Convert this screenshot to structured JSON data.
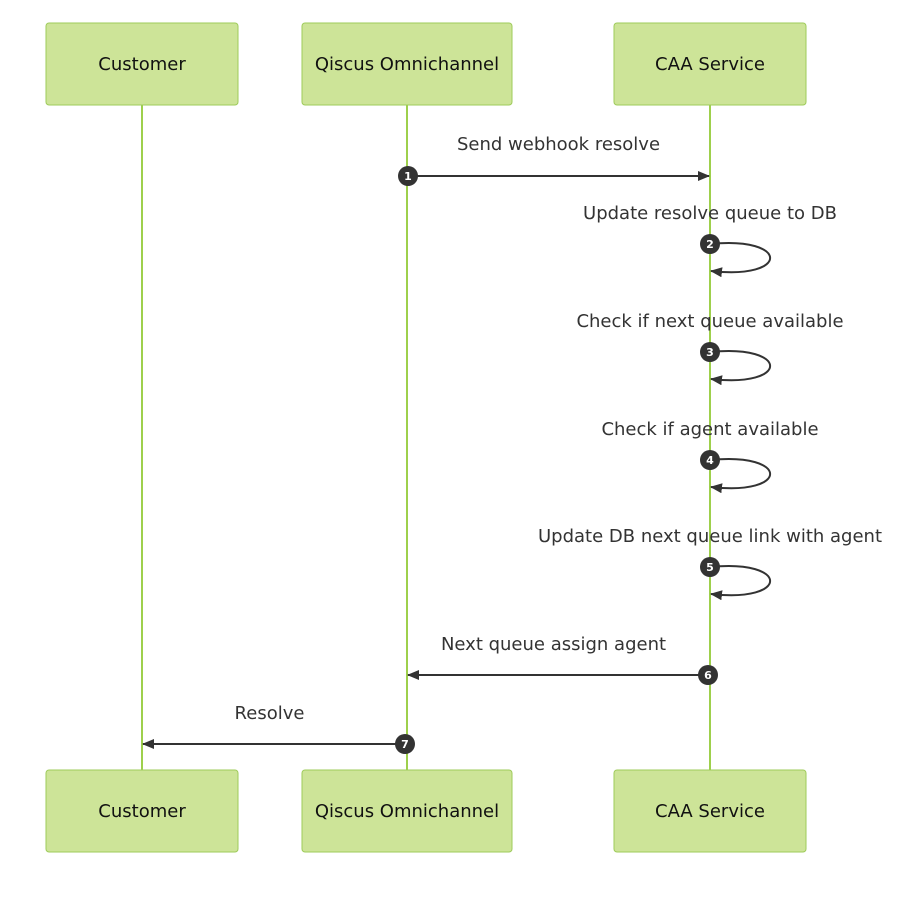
{
  "colors": {
    "actor_fill": "#cde498",
    "actor_stroke": "#9ecb5a",
    "lifeline": "#9ed04c",
    "arrow": "#333333",
    "badge": "#333333",
    "background": "#ffffff"
  },
  "participants": [
    {
      "id": "customer",
      "label": "Customer"
    },
    {
      "id": "omnichannel",
      "label": "Qiscus Omnichannel"
    },
    {
      "id": "caa",
      "label": "CAA Service"
    }
  ],
  "messages": [
    {
      "number": "1",
      "label": "Send webhook resolve",
      "from": "omnichannel",
      "to": "caa"
    },
    {
      "number": "2",
      "label": "Update resolve queue to DB",
      "from": "caa",
      "to": "caa"
    },
    {
      "number": "3",
      "label": "Check if next queue available",
      "from": "caa",
      "to": "caa"
    },
    {
      "number": "4",
      "label": "Check if agent available",
      "from": "caa",
      "to": "caa"
    },
    {
      "number": "5",
      "label": "Update DB next queue link with agent",
      "from": "caa",
      "to": "caa"
    },
    {
      "number": "6",
      "label": "Next queue assign agent",
      "from": "caa",
      "to": "omnichannel"
    },
    {
      "number": "7",
      "label": "Resolve",
      "from": "omnichannel",
      "to": "customer"
    }
  ]
}
